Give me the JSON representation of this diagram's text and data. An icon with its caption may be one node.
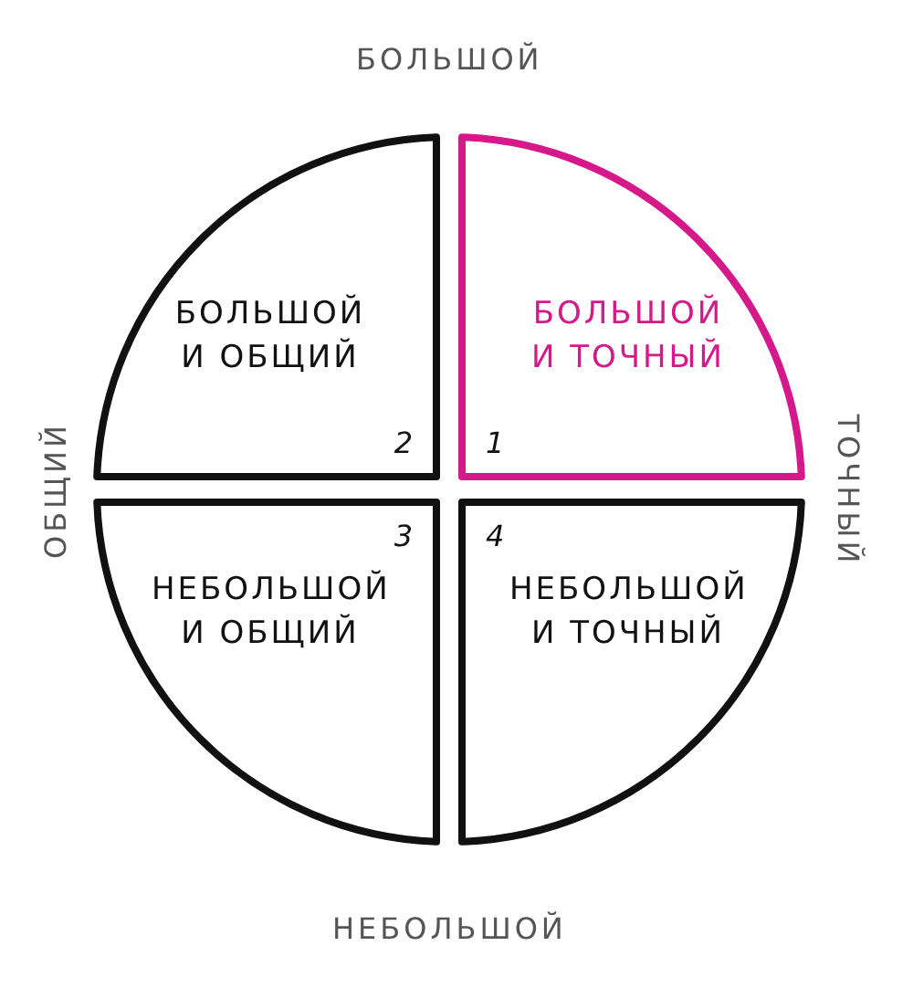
{
  "diagram": {
    "nodes": [
      {
        "text": [
          "БОЛЬШОЙ И ОБЩИЙ",
          "2"
        ]
      },
      {
        "text": [
          "БОЛЬШОЙ И ТОЧНЫЙ",
          "1"
        ]
      },
      {
        "text": [
          "НЕБОЛЬШОЙ И ОБЩИЙ",
          "3"
        ]
      },
      {
        "text": [
          "НЕБОЛЬШОЙ И ТОЧНЫЙ",
          "4"
        ]
      }
    ],
    "labels": [
      "БОЛЬШОЙ",
      "ОБЩИЙ",
      "ТОЧНЫЙ",
      "НЕБОЛЬШОЙ"
    ]
  }
}
